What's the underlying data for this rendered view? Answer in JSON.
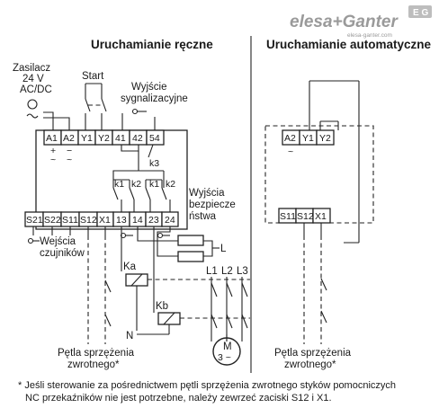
{
  "brand": {
    "name": "elesa+Ganter",
    "url": "elesa-ganter.com",
    "badge": "E G"
  },
  "manual": {
    "title": "Uruchamianie ręczne",
    "supply_lines": [
      "Zasilacz",
      "24 V",
      "AC/DC"
    ],
    "start_label": "Start",
    "signal_output_lines": [
      "Wyjście",
      "sygnalizacyjne"
    ],
    "top_terminals": [
      "A1",
      "A2",
      "Y1",
      "Y2",
      "41",
      "42",
      "54"
    ],
    "bottom_terminals": [
      "S21",
      "S22",
      "S11",
      "S12",
      "X1",
      "13",
      "14",
      "23",
      "24"
    ],
    "plus": "+",
    "minus": "−",
    "tilde": "~",
    "k3": "k3",
    "k1a": "k1",
    "k2a": "k2",
    "k1b": "k1",
    "k2b": "k2",
    "safety_output_lines": [
      "Wyjścia",
      "bezpiecze",
      "ństwa"
    ],
    "sensor_input_lines": [
      "Wejścia",
      "czujników"
    ],
    "L": "L",
    "L1": "L1",
    "L2": "L2",
    "L3": "L3",
    "Ka": "Ka",
    "Kb": "Kb",
    "N": "N",
    "motor_lines": [
      "M",
      "3 ~"
    ],
    "feedback_lines": [
      "Pętla sprzężenia",
      "zwrotnego*"
    ]
  },
  "auto": {
    "title": "Uruchamianie automatyczne",
    "top_terminals": [
      "A2",
      "Y1",
      "Y2"
    ],
    "bottom_terminals": [
      "S11",
      "S12",
      "X1"
    ],
    "tilde": "~",
    "feedback_lines": [
      "Pętla sprzężenia",
      "zwrotnego*"
    ]
  },
  "footnote": [
    "* Jeśli sterowanie za pośrednictwem pętli sprzężenia zwrotnego styków pomocniczych",
    "NC przekaźników nie jest potrzebne, należy zewrzeć zaciski S12 i X1."
  ]
}
